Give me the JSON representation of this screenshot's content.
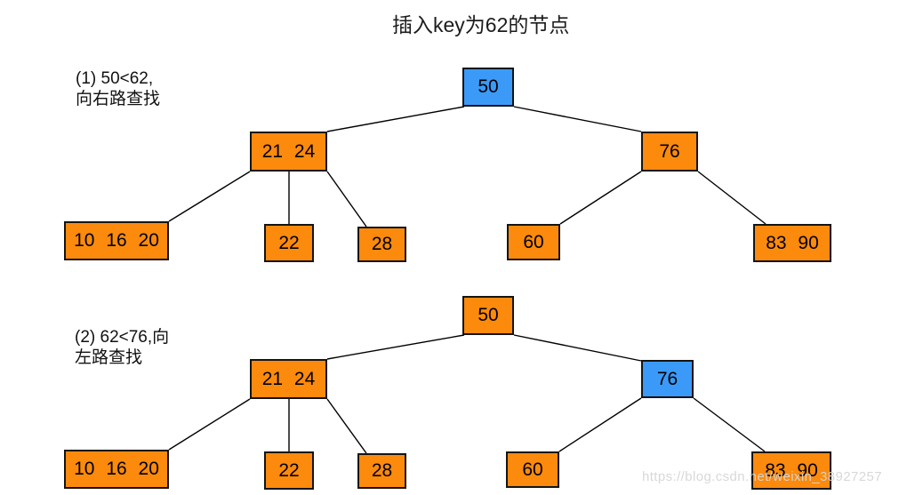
{
  "title": "插入key为62的节点",
  "watermark": "https://blog.csdn.net/weixin_38927257",
  "colors": {
    "highlight_blue": "#3B9AF8",
    "node_orange": "#FB8A0D",
    "edge_black": "#000000"
  },
  "step1": {
    "annotation": {
      "line1": "(1) 50<62,",
      "line2": "向右路查找"
    },
    "highlighted_node": "50",
    "nodes": {
      "root": "50",
      "internal_left": "21 24",
      "internal_right": "76",
      "leaf1": "10 16 20",
      "leaf2": "22",
      "leaf3": "28",
      "leaf4": "60",
      "leaf5": "83 90"
    }
  },
  "step2": {
    "annotation": {
      "line1": "(2) 62<76,向",
      "line2": "左路查找"
    },
    "highlighted_node": "76",
    "nodes": {
      "root": "50",
      "internal_left": "21 24",
      "internal_right": "76",
      "leaf1": "10 16 20",
      "leaf2": "22",
      "leaf3": "28",
      "leaf4": "60",
      "leaf5": "83 90"
    }
  }
}
